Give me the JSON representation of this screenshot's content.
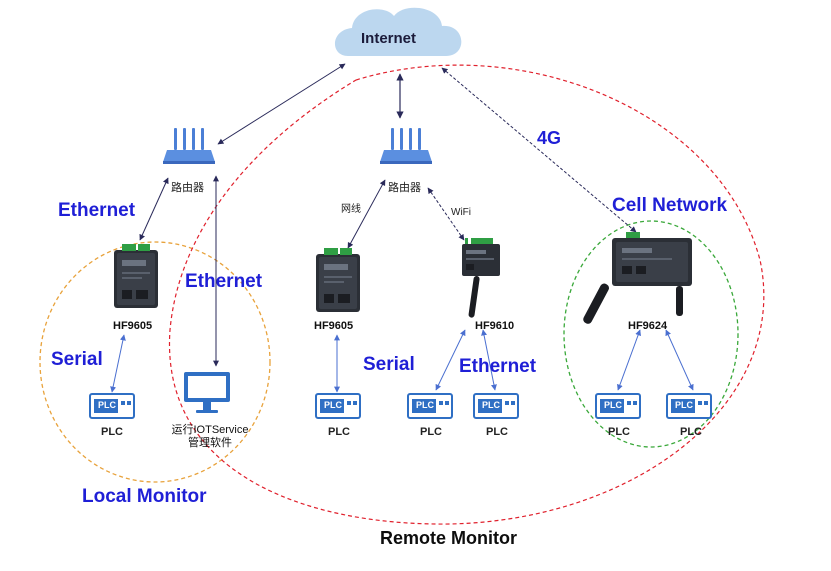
{
  "cloud": {
    "label": "Internet"
  },
  "routers": [
    {
      "label": "路由器"
    },
    {
      "label": "路由器"
    }
  ],
  "links": {
    "ethernet_left": "Ethernet",
    "ethernet_center": "Ethernet",
    "ethernet_mid": "Ethernet",
    "serial_left": "Serial",
    "serial_mid": "Serial",
    "cell_network": "Cell Network",
    "g4": "4G",
    "wangxian": "网线",
    "wifi": "WiFi"
  },
  "devices": [
    {
      "model": "HF9605"
    },
    {
      "model": "HF9605"
    },
    {
      "model": "HF9610"
    },
    {
      "model": "HF9624"
    }
  ],
  "plc": {
    "screen_text": "PLC",
    "caption": "PLC"
  },
  "monitor": {
    "line1": "运行IOTService",
    "line2": "管理软件"
  },
  "zones": {
    "local": "Local Monitor",
    "remote": "Remote Monitor"
  },
  "colors": {
    "accent_text": "#1f1fd6",
    "local_zone": "#e8a23b",
    "remote_zone": "#e0202c",
    "cell_zone": "#3aa83a",
    "cloud": "#bcd7ef",
    "device_body": "#2b2f36",
    "plc_blue": "#2f6fc4"
  }
}
